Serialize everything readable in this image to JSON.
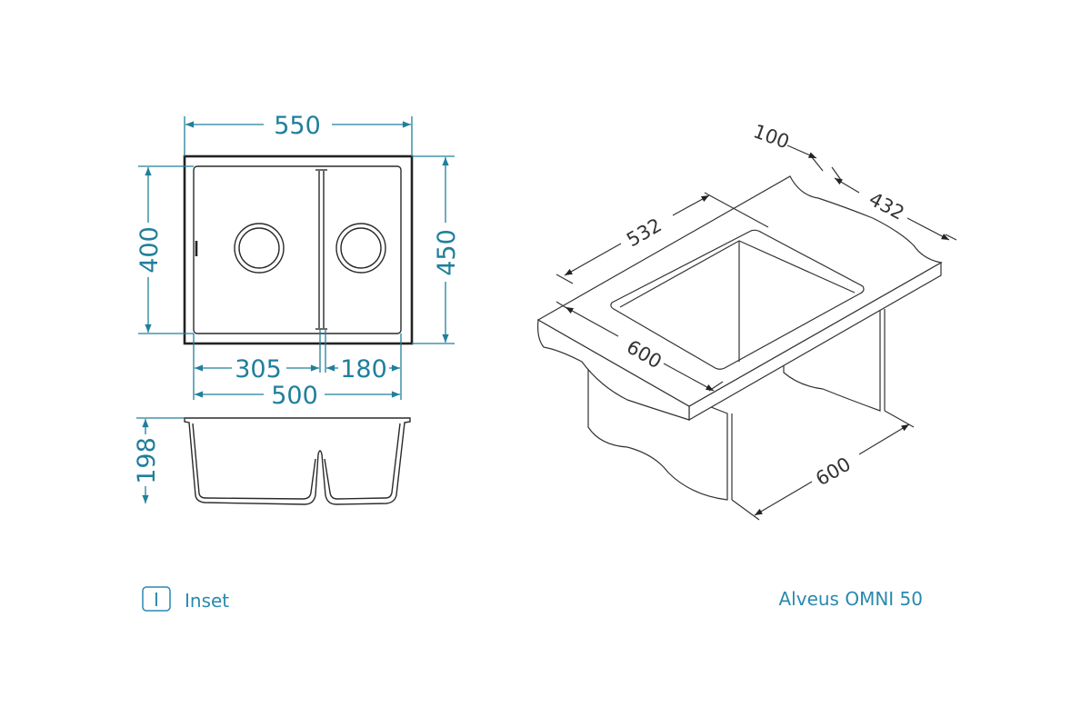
{
  "colors": {
    "dimension": "#1f7f9c",
    "footer": "#2a89b0",
    "outline": "#2a2a2a"
  },
  "top_view": {
    "overall_width": "550",
    "inner_depth": "400",
    "overall_depth": "450",
    "large_bowl_width": "305",
    "small_bowl_width": "180",
    "inner_width": "500"
  },
  "side_view": {
    "depth": "198"
  },
  "iso_view": {
    "setback": "100",
    "cutout_depth": "432",
    "cutout_width": "532",
    "counter_width": "600",
    "cabinet_width": "600"
  },
  "footer": {
    "mount_icon_letter": "I",
    "mount_type": "Inset",
    "model": "Alveus OMNI 50"
  }
}
